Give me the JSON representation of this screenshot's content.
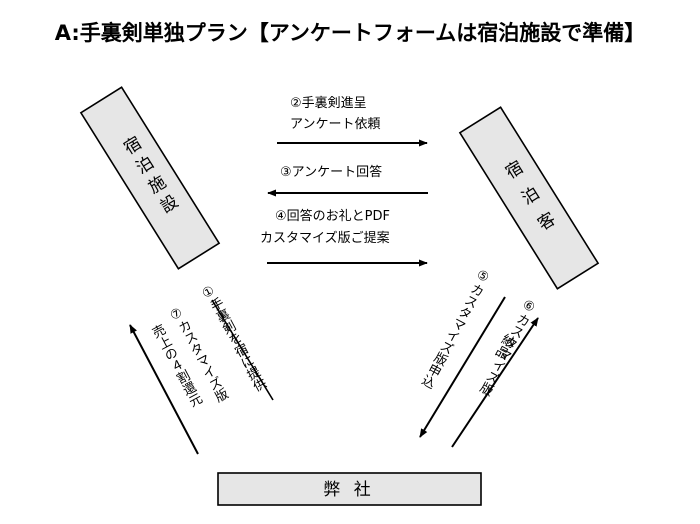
{
  "title": "A:手裏剣単独プラン【アンケートフォームは宿泊施設で準備】",
  "nodes": {
    "facility": "宿泊施設",
    "guest": "宿 泊 客",
    "company": "弊 社"
  },
  "flows": {
    "f2": {
      "number": "②",
      "line1": "手裏剣進呈",
      "line2": "アンケート依頼"
    },
    "f3": {
      "number": "③",
      "line1": "アンケート回答"
    },
    "f4": {
      "number": "④",
      "line1": "回答のお礼とPDF",
      "line2": "カスタマイズ版ご提案"
    },
    "f1": {
      "number": "①",
      "line1": "手裏剣を宿に提供"
    },
    "f7": {
      "number": "⑦",
      "line1": "カスタマイズ版",
      "line2": "売上の４割還元"
    },
    "f5": {
      "number": "⑤",
      "line1": "カスタマイズ版申込"
    },
    "f6": {
      "number": "⑥",
      "line1": "カスタマイズ版",
      "line2": "納品"
    }
  },
  "colors": {
    "box_fill": "#e6e6e6",
    "stroke": "#000000",
    "text": "#000000"
  }
}
